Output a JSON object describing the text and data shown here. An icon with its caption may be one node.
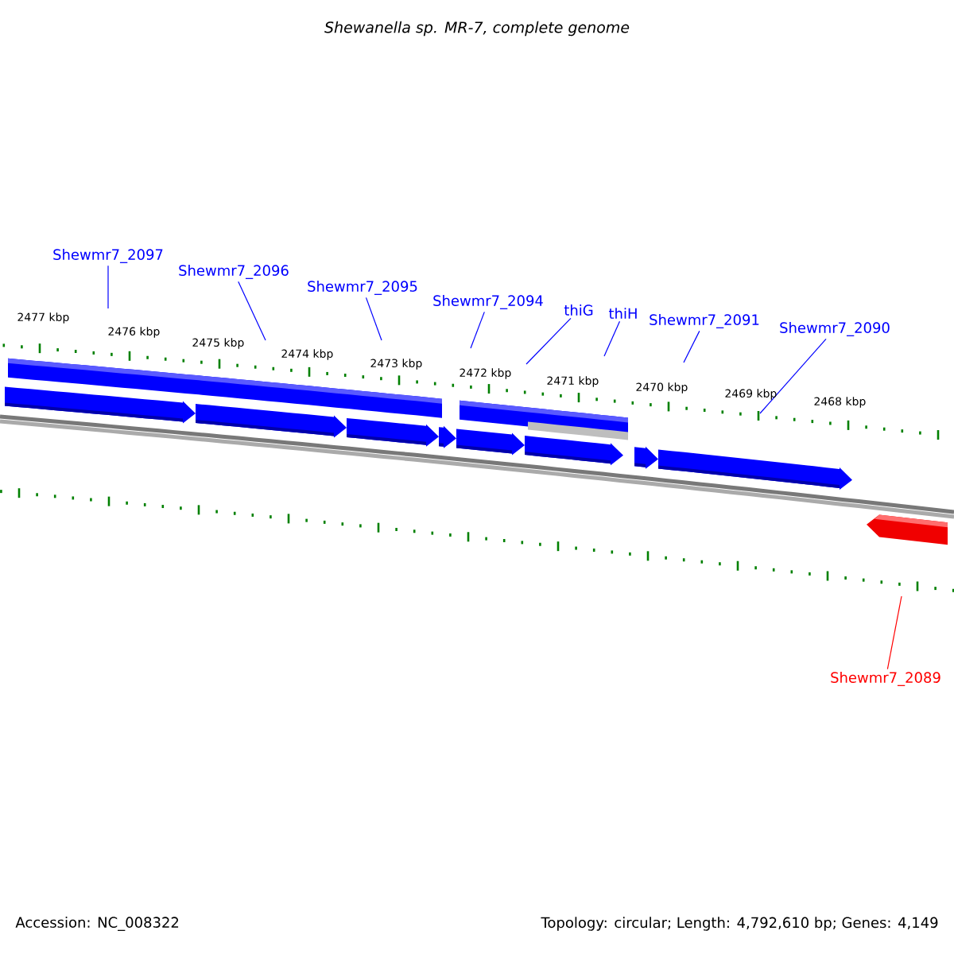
{
  "diagram": {
    "title": "Shewanella sp. MR-7, complete genome",
    "nodes": [
      {
        "text": [
          "Shewmr7_2097"
        ]
      },
      {
        "text": [
          "Shewmr7_2096"
        ]
      },
      {
        "text": [
          "Shewmr7_2095"
        ]
      },
      {
        "text": [
          "Shewmr7_2094"
        ]
      },
      {
        "text": [
          "thiG"
        ]
      },
      {
        "text": [
          "thiH"
        ]
      },
      {
        "text": [
          "Shewmr7_2091"
        ]
      },
      {
        "text": [
          "Shewmr7_2090"
        ]
      },
      {
        "text": [
          "Shewmr7_2089"
        ]
      }
    ],
    "edges": [
      {
        "from": 0,
        "to": null,
        "arrow": "none"
      },
      {
        "from": 1,
        "to": null,
        "arrow": "none"
      },
      {
        "from": 2,
        "to": null,
        "arrow": "none"
      },
      {
        "from": 3,
        "to": null,
        "arrow": "none"
      },
      {
        "from": 4,
        "to": null,
        "arrow": "none"
      },
      {
        "from": 5,
        "to": null,
        "arrow": "none"
      },
      {
        "from": 6,
        "to": null,
        "arrow": "none"
      },
      {
        "from": 7,
        "to": null,
        "arrow": "none"
      },
      {
        "from": 8,
        "to": null,
        "arrow": "none",
        "color": "#ff0000"
      }
    ],
    "labels": [
      "2477 kbp",
      "2476 kbp",
      "2475 kbp",
      "2474 kbp",
      "2473 kbp",
      "2472 kbp",
      "2471 kbp",
      "2470 kbp",
      "2469 kbp",
      "2468 kbp",
      "Accession: NC_008322",
      "Topology: circular; Length: 4,792,610 bp; Genes: 4,149"
    ]
  }
}
